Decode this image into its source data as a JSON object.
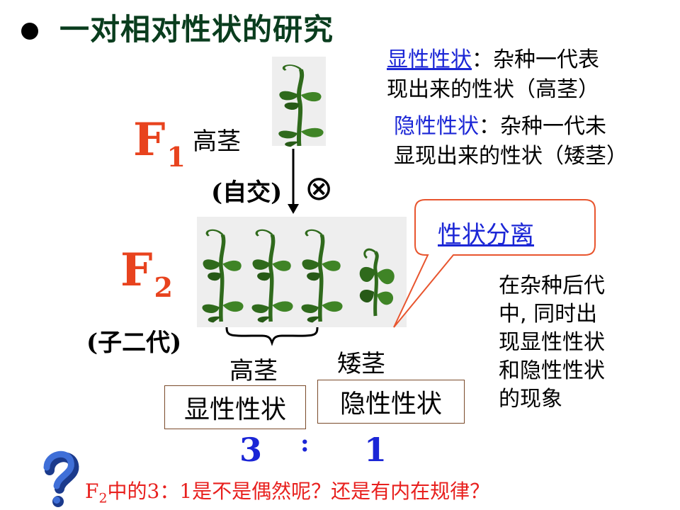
{
  "title": "一对相对性状的研究",
  "f1": {
    "letter": "F",
    "sub": "1",
    "trait": "高茎",
    "selfing": "(自交)"
  },
  "cross_symbol": "⊗",
  "f2": {
    "letter": "F",
    "sub": "2",
    "alias": "(子二代)"
  },
  "definitions": {
    "dominant": {
      "term": "显性性状",
      "text1": "：杂种一代表",
      "text2": "现出来的性状（高茎）"
    },
    "recessive": {
      "term": "隐性性状",
      "text1": "：杂种一代未",
      "text2": "显现出来的性状（矮茎）"
    }
  },
  "bubble": {
    "text": "性状分离"
  },
  "explanation": [
    "在杂种后代",
    "中, 同时出",
    "现显性性状",
    "和隐性性状",
    "的现象"
  ],
  "labels": {
    "tall": "高茎",
    "short": "矮茎"
  },
  "boxes": {
    "dominant": "显性性状",
    "recessive": "隐性性状"
  },
  "ratio": {
    "left": "3",
    "colon": ":",
    "right": "1"
  },
  "question": {
    "pre": "F",
    "sub": "2",
    "text": "中的3：1是不是偶然呢？还是有内在规律？"
  },
  "colors": {
    "accent_red": "#e8431e",
    "accent_blue": "#1b26d6",
    "title_green": "#0a3d1e",
    "plant_green": "#2f6a1c"
  }
}
